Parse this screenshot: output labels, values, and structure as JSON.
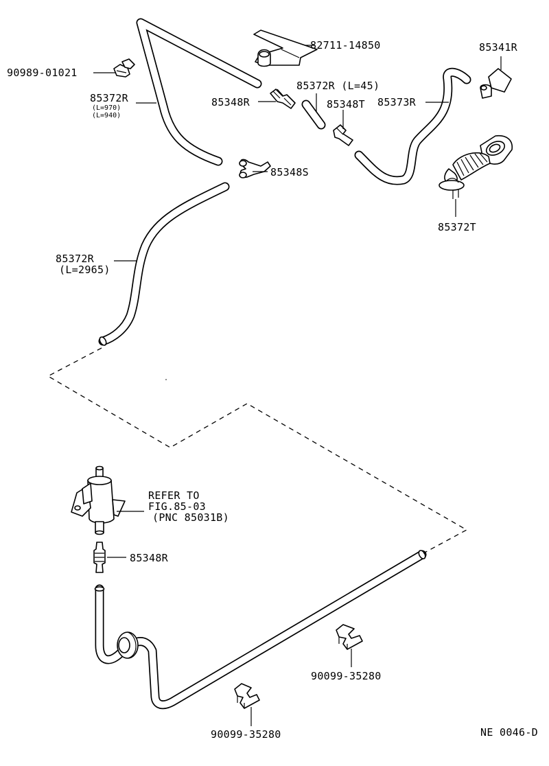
{
  "labels": {
    "p82711": "82711-14850",
    "p85341R": "85341R",
    "p90989": "90989-01021",
    "p85372R_top": "85372R",
    "p85372R_top_len1": "(L=970)",
    "p85372R_top_len2": "(L=940)",
    "p85348R_top": "85348R",
    "p85372R_l45": "85372R (L=45)",
    "p85348T": "85348T",
    "p85373R": "85373R",
    "p85348S": "85348S",
    "p85372T": "85372T",
    "p85372R_mid": "85372R",
    "p85372R_mid_len": "(L=2965)",
    "refer_line1": "REFER TO",
    "refer_line2": "FIG.85-03",
    "refer_line3": "(PNC 85031B)",
    "p85348R_bot": "85348R",
    "p90099_right": "90099-35280",
    "p90099_left": "90099-35280",
    "figure_code": "NE 0046-D"
  }
}
